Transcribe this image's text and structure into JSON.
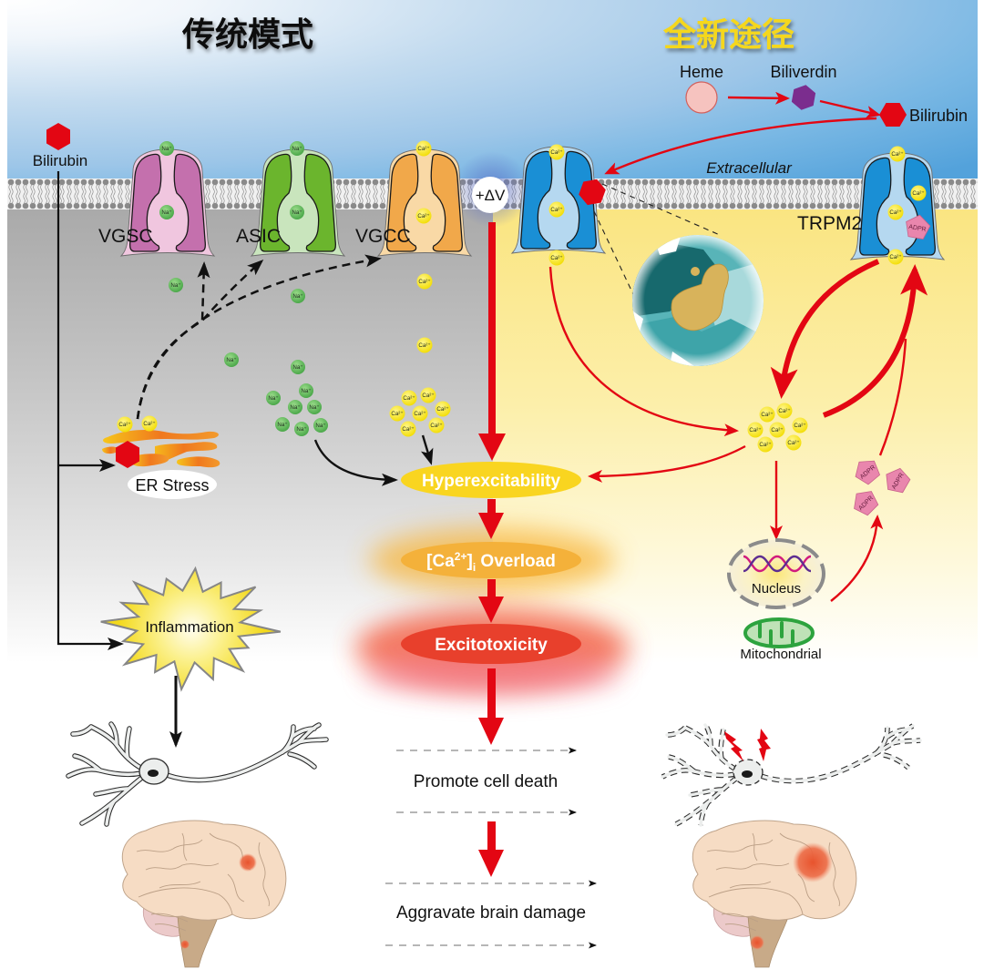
{
  "figure": {
    "title_left": "传统模式",
    "title_right": "全新途径",
    "extracellular_label": "Extracellular"
  },
  "heme_pathway": {
    "heme": "Heme",
    "biliverdin": "Biliverdin",
    "bilirubin": "Bilirubin"
  },
  "traditional": {
    "bilirubin": "Bilirubin",
    "channels": [
      "VGSC",
      "ASIC",
      "VGCC"
    ],
    "er_stress": "ER Stress",
    "inflammation": "Inflammation"
  },
  "novel": {
    "channel": "TRPM2",
    "adpr": "ADPR",
    "nucleus": "Nucleus",
    "mitochondria": "Mitochondrial"
  },
  "membrane_potential": "+ΔV",
  "ions": {
    "sodium": "Na⁺",
    "calcium": "Ca²⁺"
  },
  "cascade": {
    "hyperexcitability": "Hyperexcitability",
    "overload": {
      "open": "[Ca",
      "sup": "2+",
      "close": "]",
      "sub": "i",
      "rest": " Overload"
    },
    "excitotoxicity": "Excitotoxicity"
  },
  "outcomes": {
    "cell_death": "Promote cell death",
    "brain_damage": "Aggravate brain damage"
  },
  "colors": {
    "arrow_red": "#e30613",
    "bilirubin": "#e30613",
    "biliverdin": "#7b2d8e",
    "heme": "#f6c3bf",
    "sodium": "#5bb85b",
    "calcium": "#f8e71c",
    "adpr": "#e986ad",
    "hyper": "#f9d520",
    "overload": "#f4b13a",
    "excito": "#e8402c",
    "title_right": "#f5d71f",
    "vgsc": "#c470ad",
    "asic": "#6bb52d",
    "vgcc": "#f1a84a",
    "trpm2": "#1a8fd5"
  }
}
